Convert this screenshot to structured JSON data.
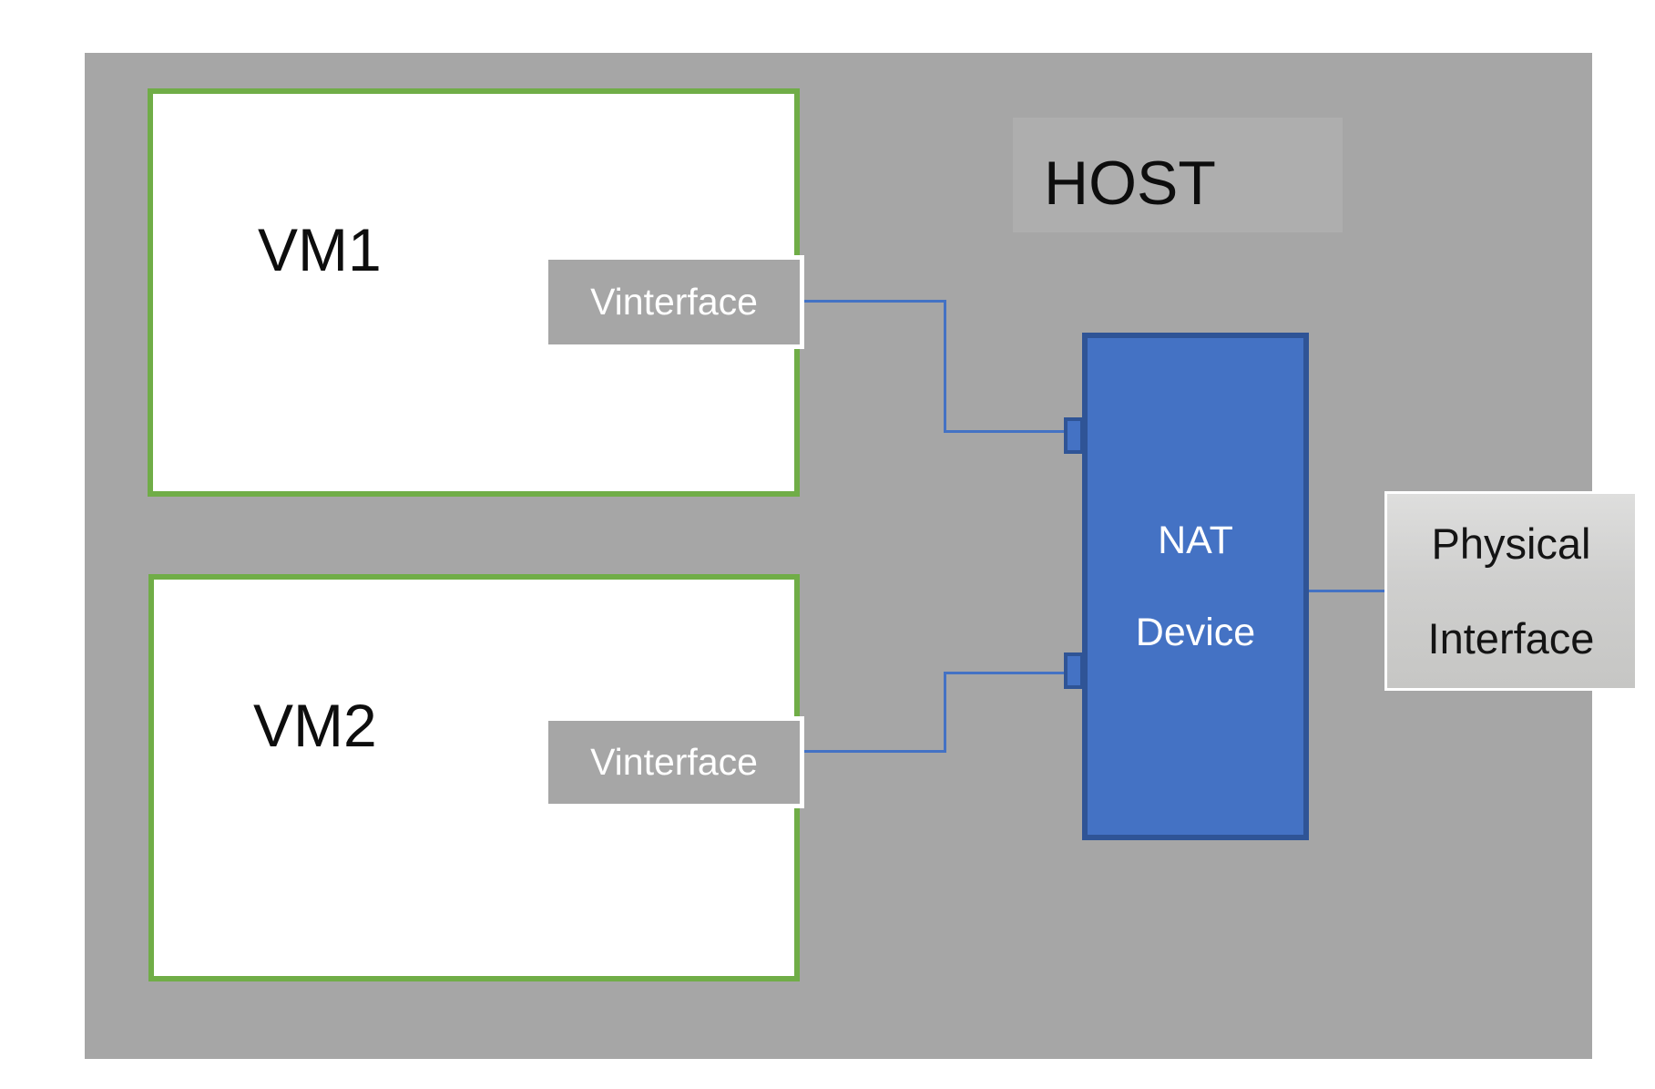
{
  "diagram": {
    "host": {
      "label": "HOST"
    },
    "nodes": {
      "vm1": {
        "label": "VM1"
      },
      "vm2": {
        "label": "VM2"
      },
      "vinterface1": {
        "label": "Vinterface"
      },
      "vinterface2": {
        "label": "Vinterface"
      },
      "nat": {
        "line1": "NAT",
        "line2": "Device"
      },
      "physical": {
        "line1": "Physical",
        "line2": "Interface"
      }
    },
    "connections": [
      {
        "from": "vinterface1",
        "to": "nat"
      },
      {
        "from": "vinterface2",
        "to": "nat"
      },
      {
        "from": "nat",
        "to": "physical"
      }
    ]
  },
  "colors": {
    "host_fill": "#a6a6a6",
    "host_light_fill": "#aeaeae",
    "vm_border": "#70ad47",
    "interface_fill": "#a6a6a6",
    "nat_fill": "#4472c4",
    "nat_border": "#2f5496",
    "connector": "#4472c4"
  }
}
